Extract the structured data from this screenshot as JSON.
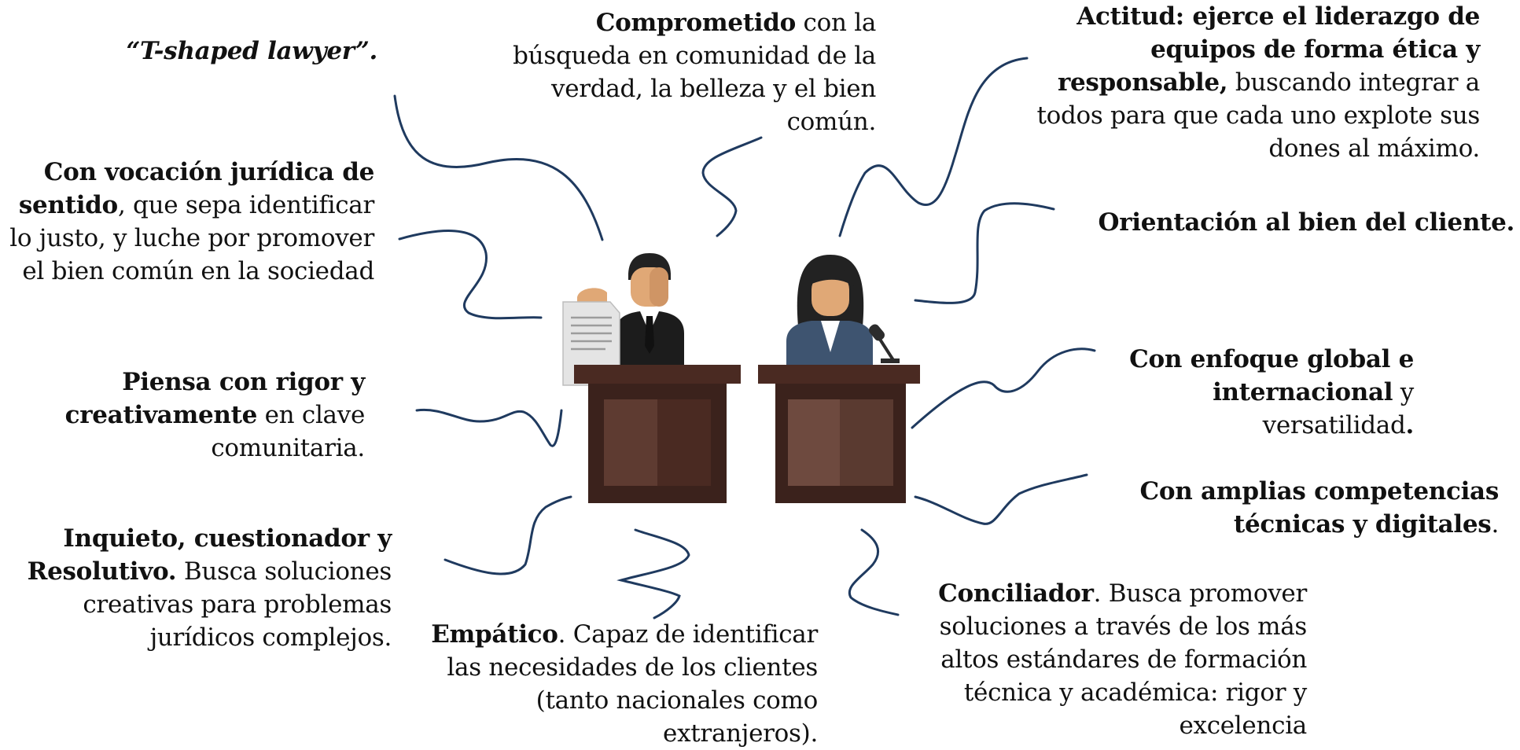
{
  "colors": {
    "connector": "#1f3a5f",
    "podium_dark": "#4a2a22",
    "podium_light": "#6e4a3f",
    "suit_dark": "#1c1c1c",
    "suit_blue": "#3e5470",
    "skin": "#e0a876",
    "hair": "#222222"
  },
  "illustration": {
    "left_figure": "male-lawyer-with-document",
    "right_figure": "female-lawyer-with-microphone"
  },
  "traits": {
    "t_shaped": {
      "title": "“T-shaped lawyer”."
    },
    "vocacion": {
      "title": "Con vocación jurídica de sentido",
      "rest": ", que sepa identificar lo justo, y luche por promover el bien común en la sociedad"
    },
    "rigor": {
      "title": "Piensa con rigor y creativamente",
      "rest": " en clave comunitaria."
    },
    "inquieto": {
      "title": "Inquieto, cuestionador y Resolutivo.",
      "rest": " Busca soluciones creativas para problemas jurídicos complejos."
    },
    "comprometido": {
      "title": "Comprometido",
      "rest": " con la búsqueda en comunidad de la verdad, la belleza y el bien común."
    },
    "empatico": {
      "title": "Empático",
      "rest": ". Capaz de identificar las necesidades de los clientes (tanto nacionales como extranjeros)."
    },
    "actitud": {
      "title": "Actitud: ejerce el liderazgo de equipos de forma ética y responsable,",
      "rest": " buscando integrar a todos para que cada uno explote sus dones al máximo."
    },
    "orientacion": {
      "title": "Orientación al bien del cliente."
    },
    "global": {
      "title": "Con enfoque global e internacional",
      "rest": " y versatilidad",
      "end": "."
    },
    "competencias": {
      "title": "Con amplias competencias técnicas y digitales",
      "rest": "."
    },
    "conciliador": {
      "title": "Conciliador",
      "rest": ". Busca promover soluciones a través de los más altos estándares de formación técnica y académica: rigor y excelencia"
    }
  }
}
